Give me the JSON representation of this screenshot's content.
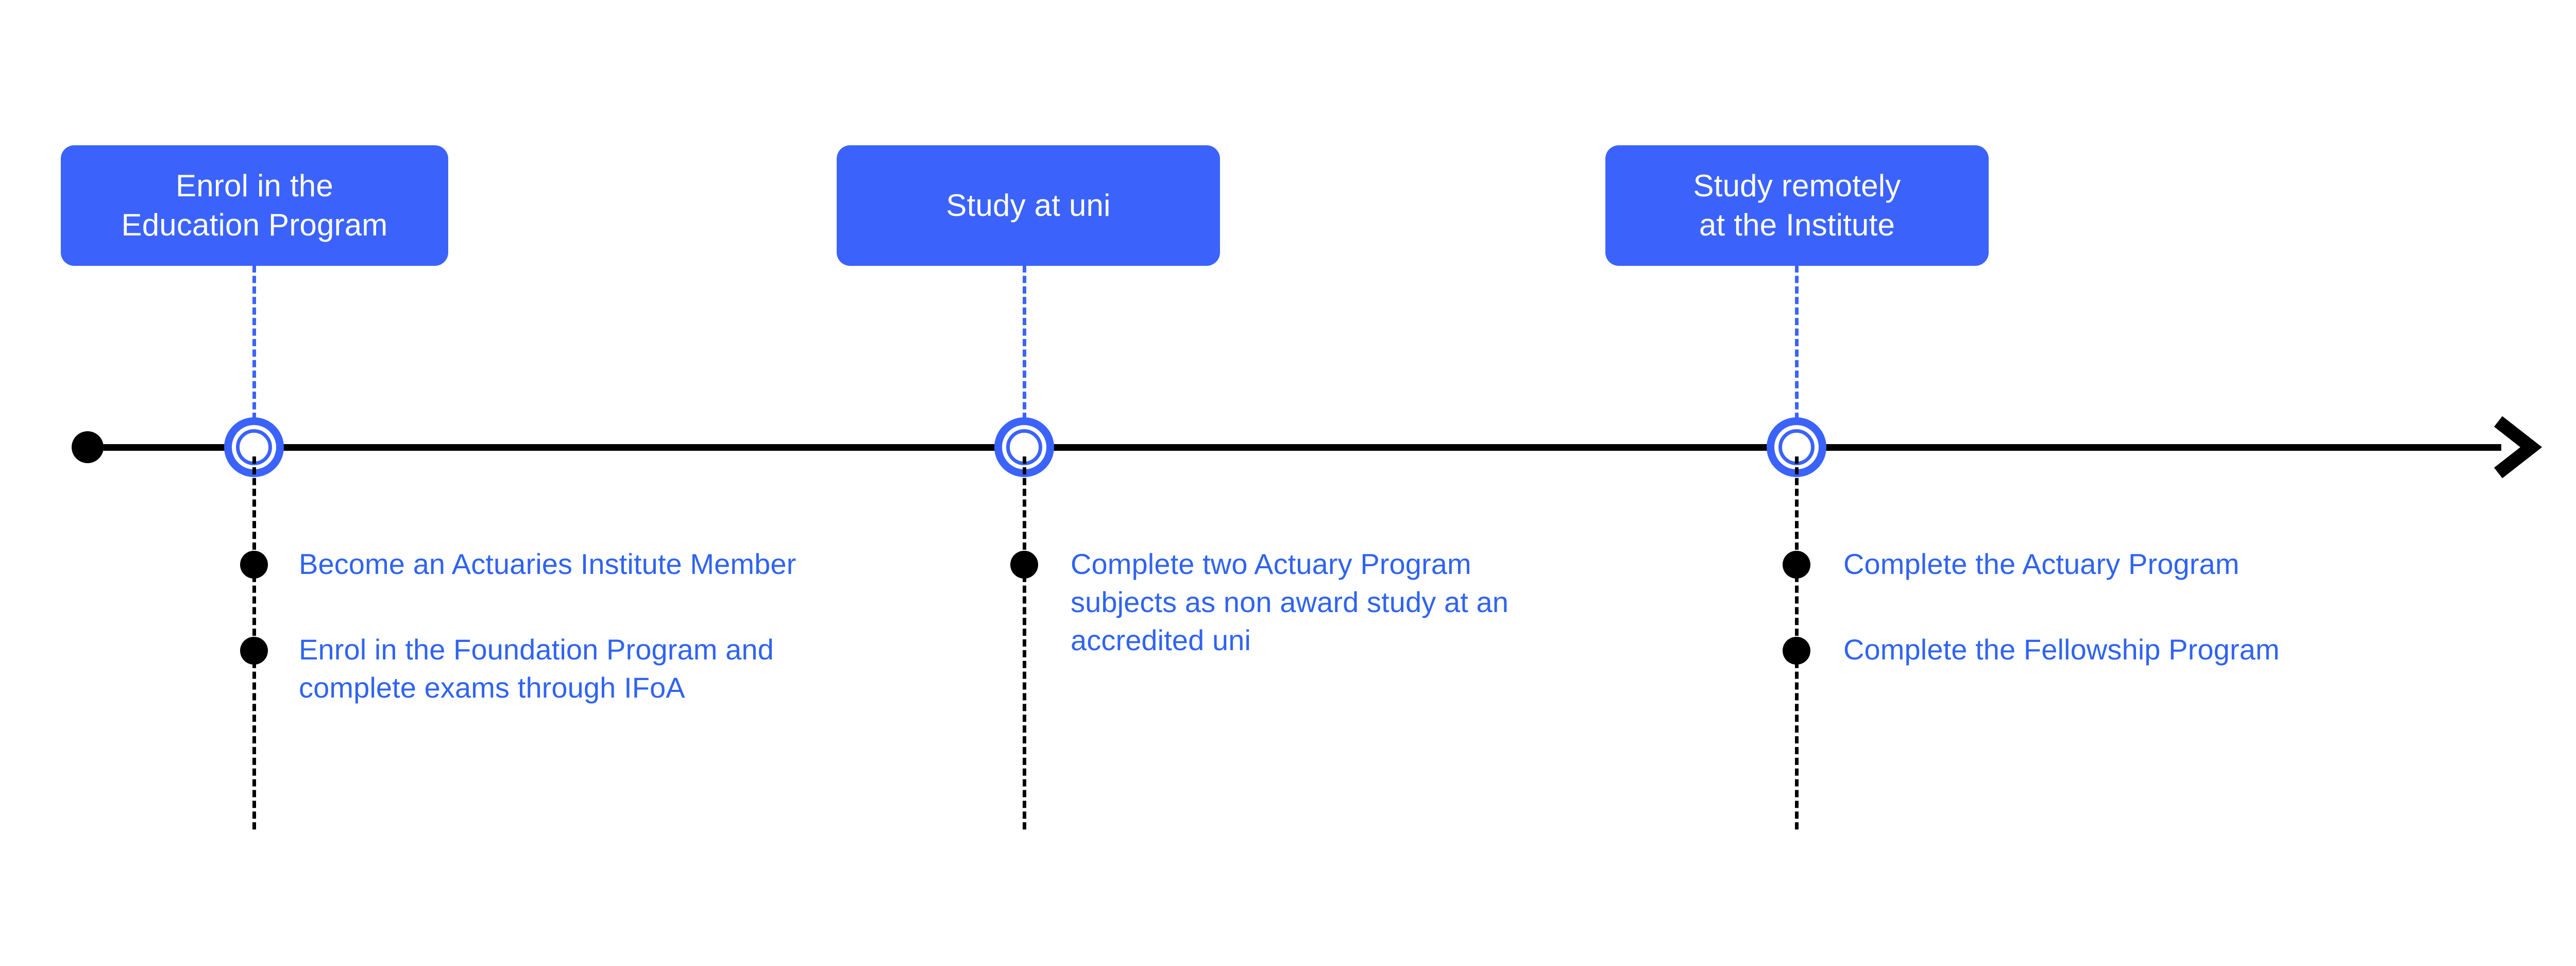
{
  "diagram": {
    "title": "Actuarial pathway timeline",
    "colors": {
      "accent_blue": "#3B63FB",
      "text_blue": "#2F63F2",
      "axis_black": "#000000",
      "background": "#FFFFFF"
    },
    "axis": {
      "name": "timeline-axis",
      "direction": "left-to-right",
      "start_marker": "filled-dot",
      "end_marker": "arrowhead"
    },
    "stages": [
      {
        "id": "stage-1",
        "label": "Enrol in the\nEducation Program",
        "marker": "milestone-ring",
        "bullets": [
          {
            "text": "Become an Actuaries Institute Member"
          },
          {
            "text": "Enrol in the Foundation Program and\ncomplete exams through IFoA"
          }
        ]
      },
      {
        "id": "stage-2",
        "label": "Study at uni",
        "marker": "milestone-ring",
        "bullets": [
          {
            "text": "Complete two Actuary Program\nsubjects as non award study at an\naccredited uni"
          }
        ]
      },
      {
        "id": "stage-3",
        "label": "Study remotely\nat the Institute",
        "marker": "milestone-ring",
        "bullets": [
          {
            "text": "Complete the Actuary Program"
          },
          {
            "text": "Complete the Fellowship Program"
          }
        ]
      }
    ]
  }
}
